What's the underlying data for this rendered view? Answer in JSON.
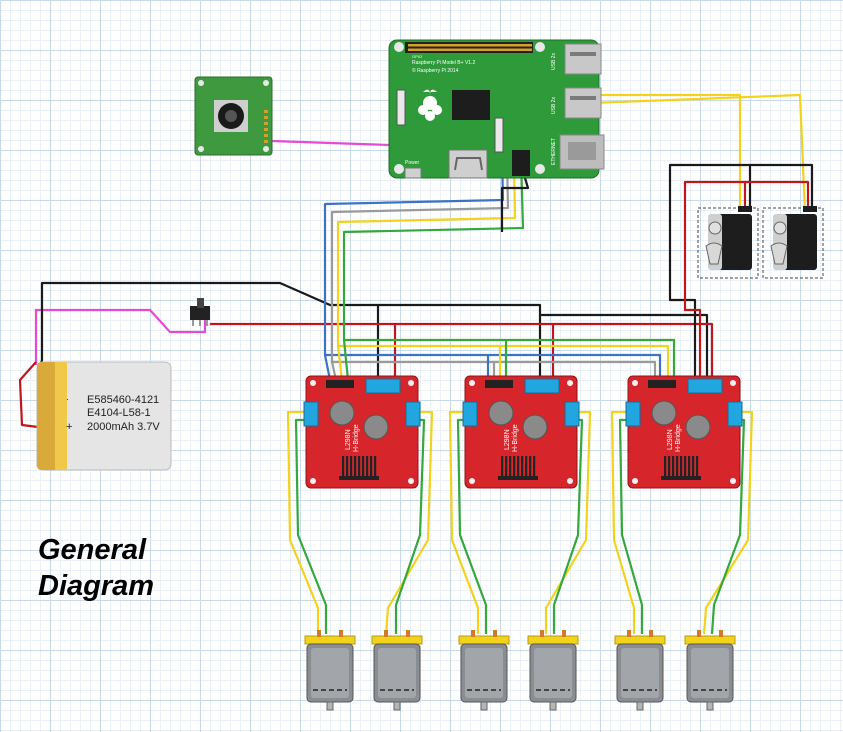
{
  "title": {
    "line1": "General",
    "line2": "Diagram"
  },
  "battery": {
    "line1": "E585460-4121",
    "line2": "E4104-L58-1",
    "plus": "+",
    "line3": "2000mAh 3.7V"
  },
  "raspberry_pi": {
    "model": "Raspberry Pi Model B+ V1.2",
    "copyright": "© Raspberry Pi 2014",
    "power_label": "Power",
    "usb_label": "USB 2x",
    "ethernet_label": "ETHERNET",
    "gpio_label": "GPIO"
  },
  "hbridge": {
    "name": "L298N",
    "sub": "H-Bridge",
    "count": 3
  },
  "servo": {
    "count": 2
  },
  "motor": {
    "count": 6
  },
  "colors": {
    "pcb_green": "#2e9a3a",
    "pcb_red": "#d6262c",
    "terminal_blue": "#22a6e0",
    "wire_black": "#1a1a1a",
    "wire_red": "#c0161c",
    "wire_yellow": "#f2d21b",
    "wire_green": "#34a83a",
    "wire_blue": "#3e73c4",
    "wire_gray": "#9a9a9a",
    "wire_magenta": "#e44ad4",
    "battery_gold": "#d9a93a",
    "camera_green": "#3f9a3f"
  }
}
